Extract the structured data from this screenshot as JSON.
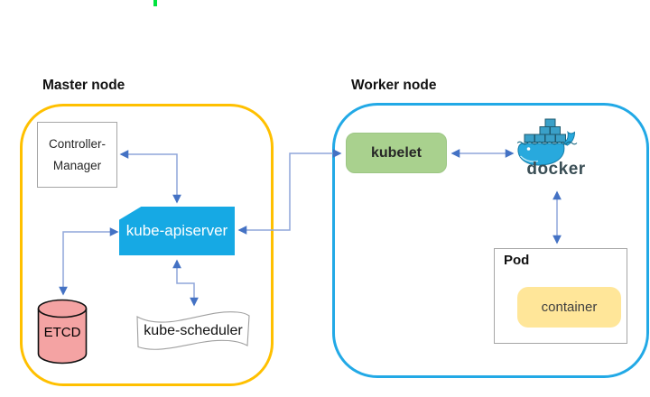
{
  "diagram": {
    "type": "kubernetes-architecture",
    "arrow_color": "#4472C4"
  },
  "master_node": {
    "title": "Master node",
    "border_color": "#FFC000",
    "controller_manager": {
      "line1": "Controller-",
      "line2": "Manager"
    },
    "kube_apiserver": {
      "label": "kube-apiserver",
      "fill": "#16A9E4"
    },
    "etcd": {
      "label": "ETCD",
      "fill": "#F4A3A3"
    },
    "kube_scheduler": {
      "label": "kube-scheduler"
    }
  },
  "worker_node": {
    "title": "Worker node",
    "border_color": "#22A9E6",
    "kubelet": {
      "label": "kubelet",
      "fill": "#A9D18E"
    },
    "docker": {
      "label": "docker"
    },
    "pod": {
      "label": "Pod"
    },
    "container": {
      "label": "container",
      "fill": "#FFE699"
    }
  },
  "connections": [
    {
      "from": "kube-apiserver",
      "to": "controller-manager",
      "bidirectional": true
    },
    {
      "from": "kube-apiserver",
      "to": "etcd",
      "bidirectional": true
    },
    {
      "from": "kube-apiserver",
      "to": "kube-scheduler",
      "bidirectional": true
    },
    {
      "from": "kube-apiserver",
      "to": "kubelet",
      "bidirectional": true
    },
    {
      "from": "kubelet",
      "to": "docker",
      "bidirectional": true
    },
    {
      "from": "docker",
      "to": "pod",
      "bidirectional": true
    }
  ]
}
